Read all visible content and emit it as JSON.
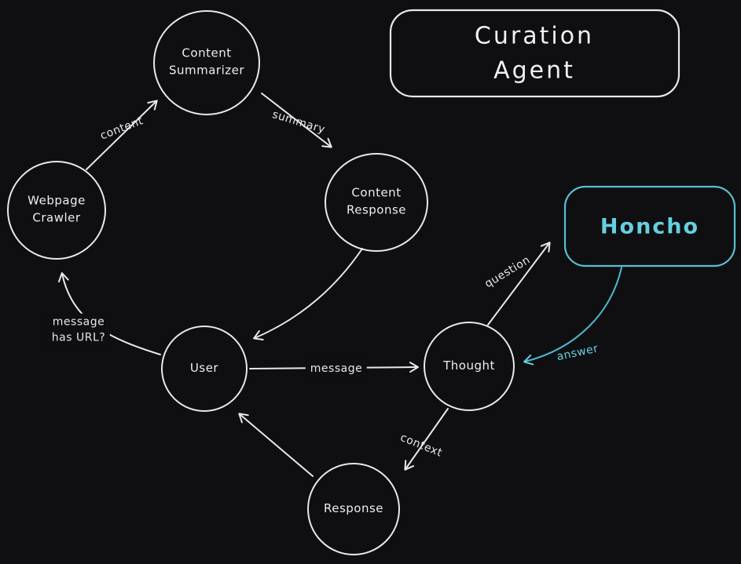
{
  "theme": {
    "background": "#0f0f11",
    "stroke": "#e7e8ec",
    "text": "#eceef2",
    "accent": "#66cfe0"
  },
  "title_box": {
    "label": "Curation Agent"
  },
  "honcho_box": {
    "label": "Honcho"
  },
  "nodes": {
    "content_summarizer": {
      "label": "Content\nSummarizer"
    },
    "webpage_crawler": {
      "label": "Webpage\nCrawler"
    },
    "content_response": {
      "label": "Content\nResponse"
    },
    "user": {
      "label": "User"
    },
    "thought": {
      "label": "Thought"
    },
    "response": {
      "label": "Response"
    }
  },
  "edge_labels": {
    "content": {
      "label": "content"
    },
    "summary": {
      "label": "summary"
    },
    "message_has_url": {
      "label": "message\nhas URL?"
    },
    "message": {
      "label": "message"
    },
    "question": {
      "label": "question"
    },
    "answer": {
      "label": "answer"
    },
    "context": {
      "label": "context"
    }
  }
}
